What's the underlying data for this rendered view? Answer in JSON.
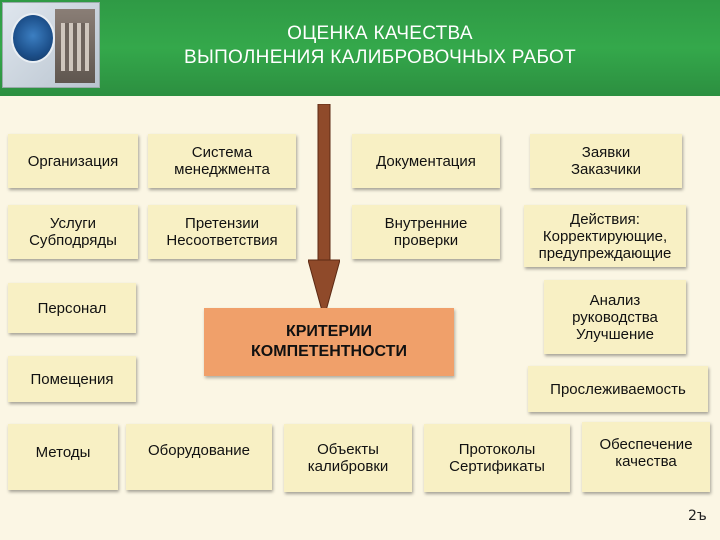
{
  "header": {
    "title_line1": "ОЦЕНКА КАЧЕСТВА",
    "title_line2": "ВЫПОЛНЕНИЯ КАЛИБРОВОЧНЫХ РАБОТ",
    "logo_icon": "emblem-building-logo"
  },
  "row1": {
    "b1": "Организация",
    "b2": "Система менеджмента",
    "b3": "Документация",
    "b4": "Заявки Заказчики"
  },
  "row2": {
    "b1": "Услуги Субподряды",
    "b2": "Претензии Несоответствия",
    "b3": "Внутренние проверки",
    "b4": "Действия: Корректирующие, предупреждающие"
  },
  "left": {
    "personnel": "Персонал",
    "premises": "Помещения"
  },
  "right": {
    "analysis": "Анализ руководства Улучшение",
    "traceability": "Прослеживаемость"
  },
  "center": {
    "criteria": "КРИТЕРИИ КОМПЕТЕНТНОСТИ",
    "arrow_icon": "down-arrow-icon"
  },
  "bottom": {
    "b1": "Методы",
    "b2": "Оборудование",
    "b3": "Объекты калибровки",
    "b4": "Протоколы Сертификаты",
    "b5": "Обеспечение качества"
  },
  "corner_text": "2ъ"
}
